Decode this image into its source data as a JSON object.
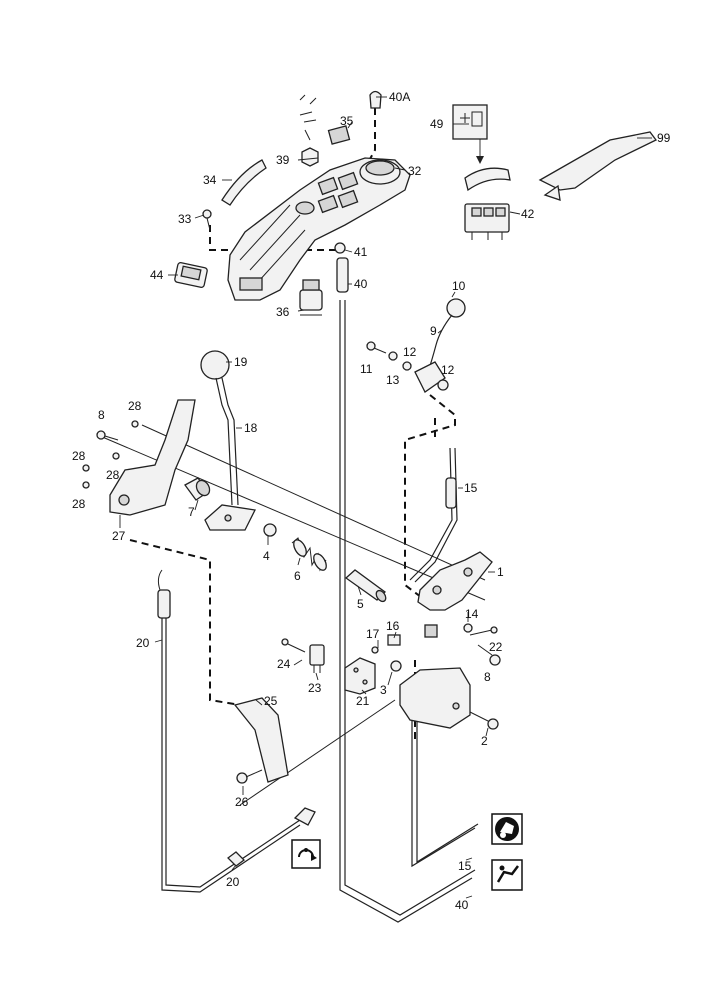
{
  "diagram": {
    "callouts": {
      "c1": "1",
      "c2": "2",
      "c3": "3",
      "c4": "4",
      "c5": "5",
      "c6": "6",
      "c7": "7",
      "c8a": "8",
      "c8b": "8",
      "c9": "9",
      "c10": "10",
      "c11": "11",
      "c12a": "12",
      "c12b": "12",
      "c13": "13",
      "c14": "14",
      "c15a": "15",
      "c15b": "15",
      "c16": "16",
      "c17": "17",
      "c18": "18",
      "c19": "19",
      "c20a": "20",
      "c20b": "20",
      "c21": "21",
      "c22": "22",
      "c23": "23",
      "c24": "24",
      "c25": "25",
      "c26": "26",
      "c27": "27",
      "c28a": "28",
      "c28b": "28",
      "c28c": "28",
      "c28d": "28",
      "c32": "32",
      "c33": "33",
      "c34": "34",
      "c35": "35",
      "c36": "36",
      "c39": "39",
      "c40a": "40",
      "c40b": "40",
      "c40A": "40A",
      "c41": "41",
      "c42": "42",
      "c44": "44",
      "c49": "49",
      "c99": "99"
    },
    "symbols": {
      "tractor_mode": "tractor-icon",
      "range_mode": "range-icon",
      "pto_mode": "pto-rotation-icon",
      "decal_49": "decal-icon"
    }
  }
}
